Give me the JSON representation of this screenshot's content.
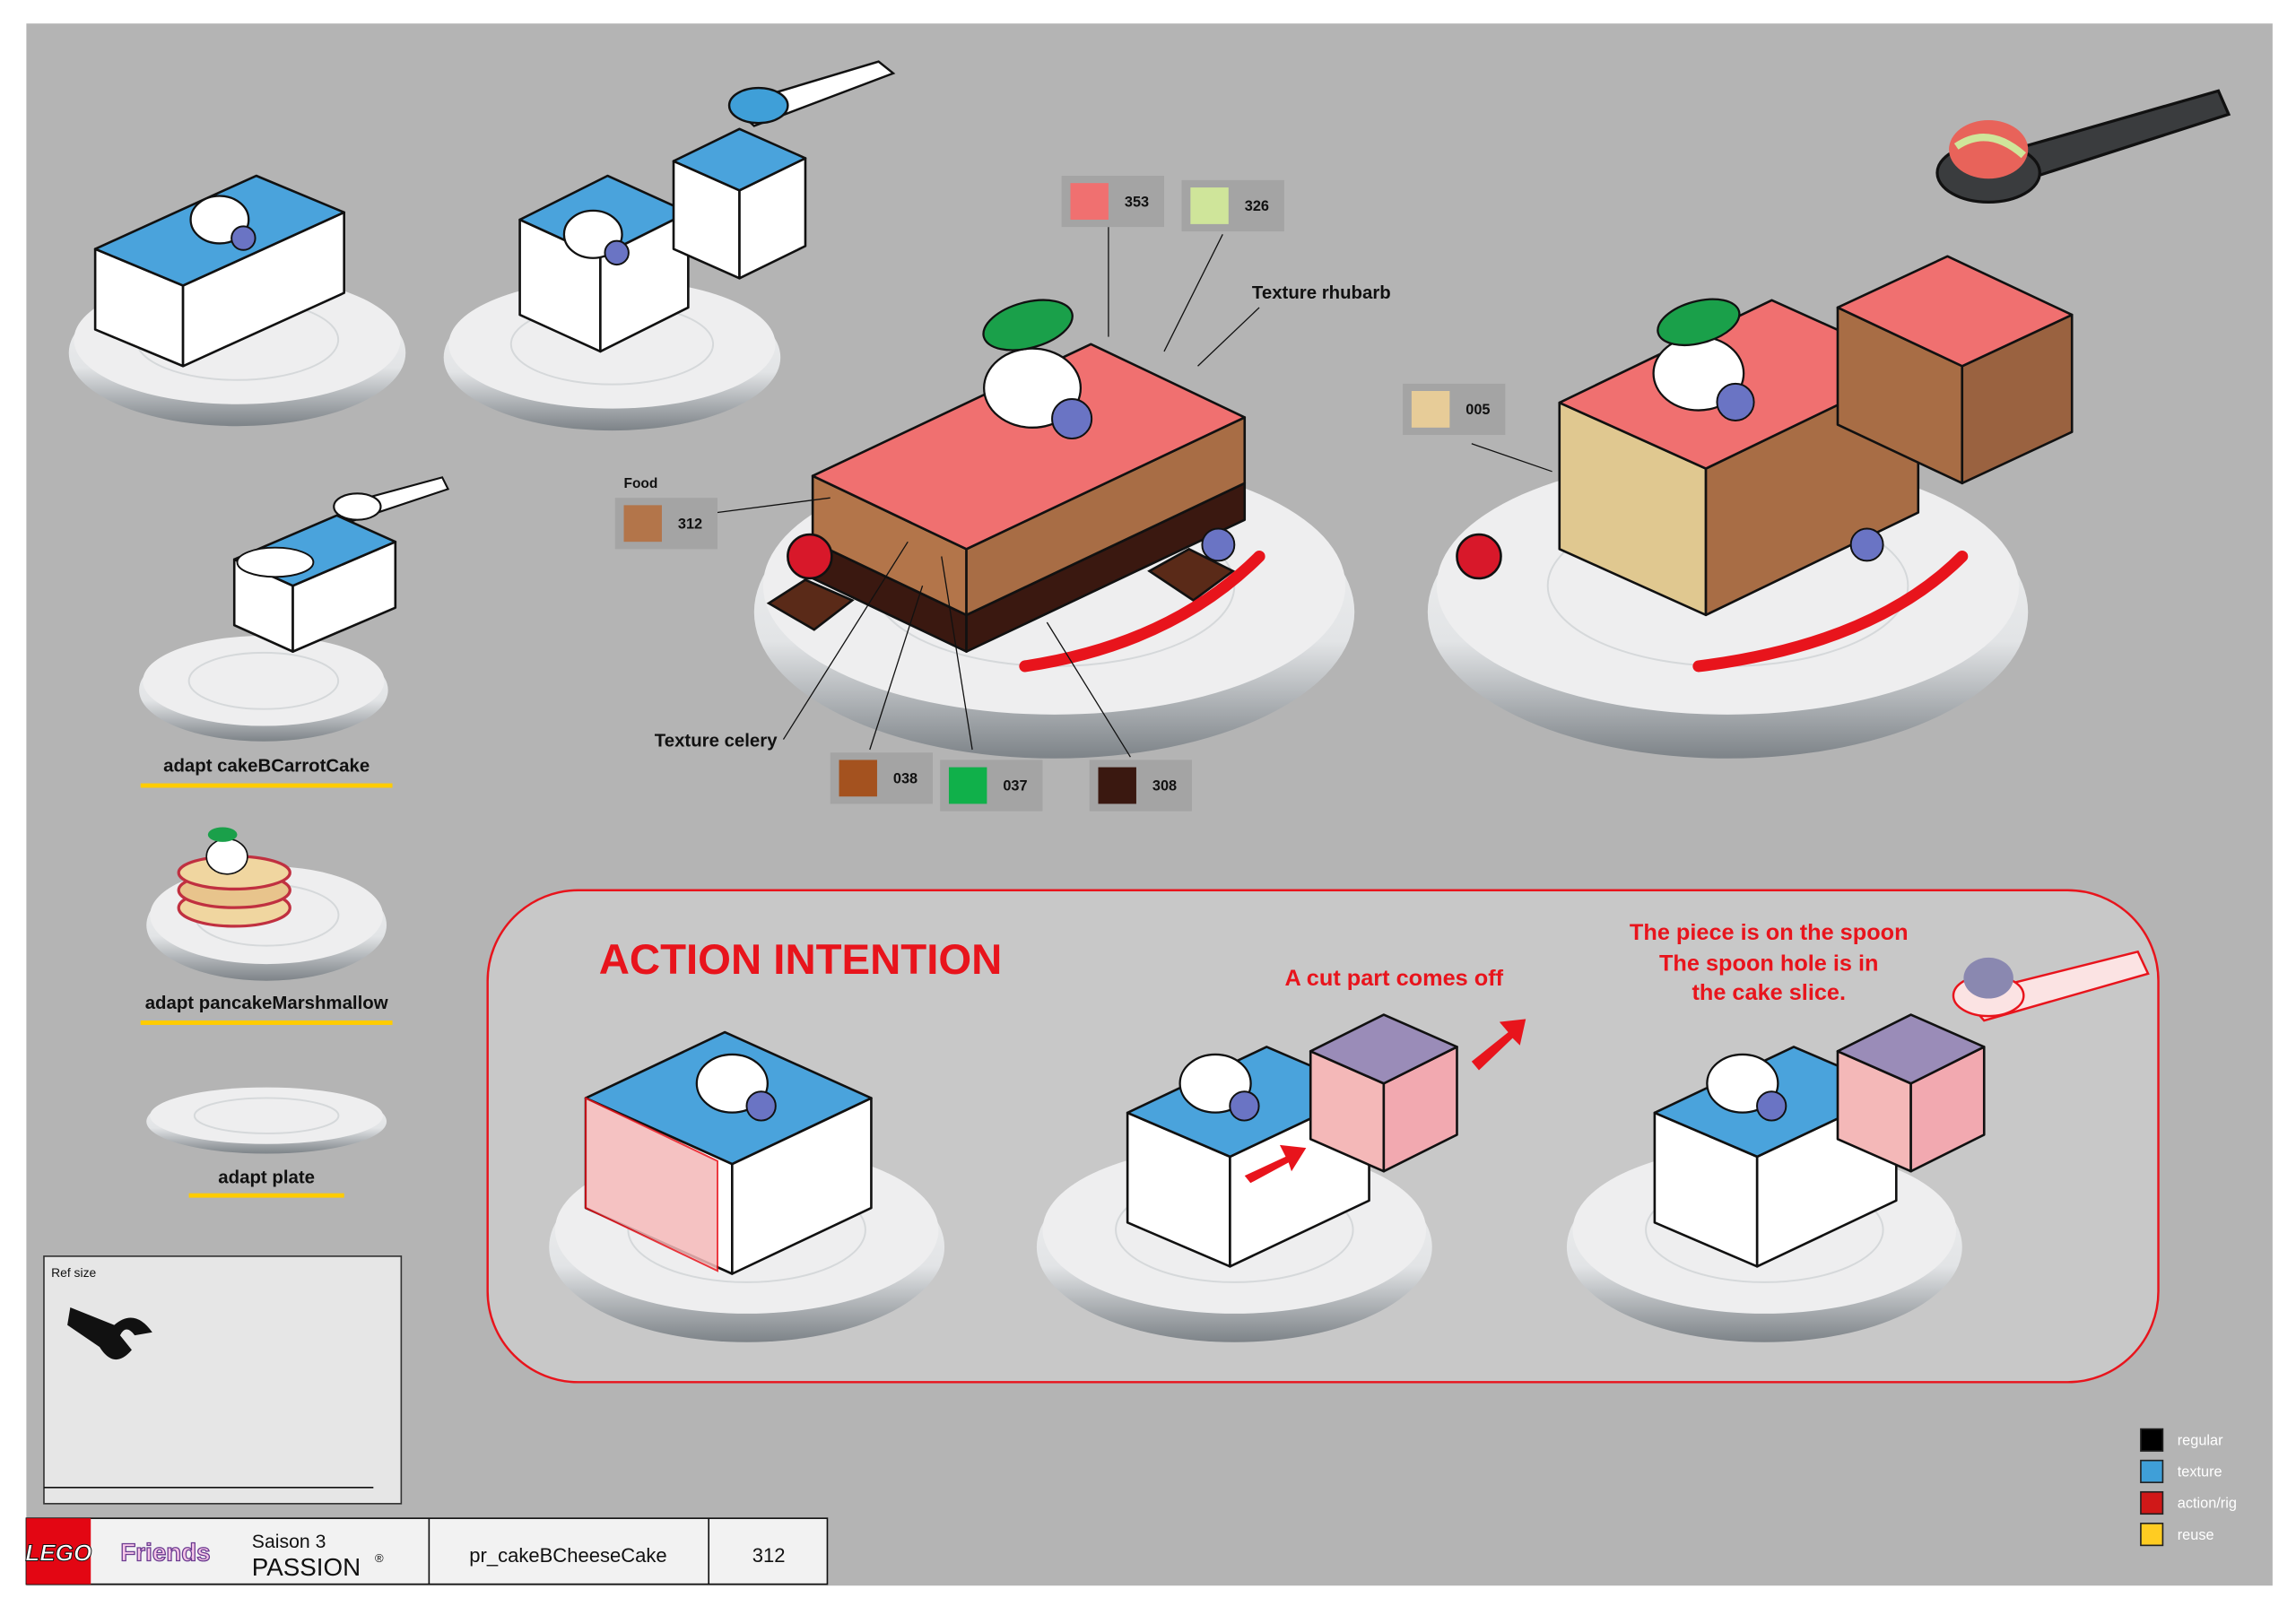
{
  "labels": {
    "texture_rhubarb": "Texture rhubarb",
    "texture_celery": "Texture celery",
    "food": "Food",
    "reuse_items": [
      "adapt cakeBCarrotCake",
      "adapt pancakeMarshmallow",
      "adapt plate"
    ],
    "ref_size": "Ref size"
  },
  "swatches": [
    {
      "code": "353",
      "color": "#f07070"
    },
    {
      "code": "326",
      "color": "#cfe59a"
    },
    {
      "code": "005",
      "color": "#e7cc98"
    },
    {
      "code": "312",
      "color": "#b3754a"
    },
    {
      "code": "038",
      "color": "#a4521f"
    },
    {
      "code": "037",
      "color": "#10b04a"
    },
    {
      "code": "308",
      "color": "#3a1810"
    }
  ],
  "action": {
    "title": "ACTION INTENTION",
    "note_cut": "A cut part comes off",
    "note_spoon": [
      "The piece is on the spoon",
      "The spoon hole is in",
      "the cake slice."
    ]
  },
  "legend": [
    {
      "label": "regular",
      "color": "#000000"
    },
    {
      "label": "texture",
      "color": "#3f9fd8"
    },
    {
      "label": "action/rig",
      "color": "#d01818"
    },
    {
      "label": "reuse",
      "color": "#ffcc22"
    }
  ],
  "title_block": {
    "brand": "LEGO",
    "line": "Friends",
    "season": "Saison 3",
    "series": "PASSION",
    "registered": "®",
    "asset_name": "pr_cakeBCheeseCake",
    "number": "312"
  },
  "colors": {
    "background": "#b4b4b4",
    "accent": "#e8141c",
    "reuse_underline": "#ffcc00"
  }
}
